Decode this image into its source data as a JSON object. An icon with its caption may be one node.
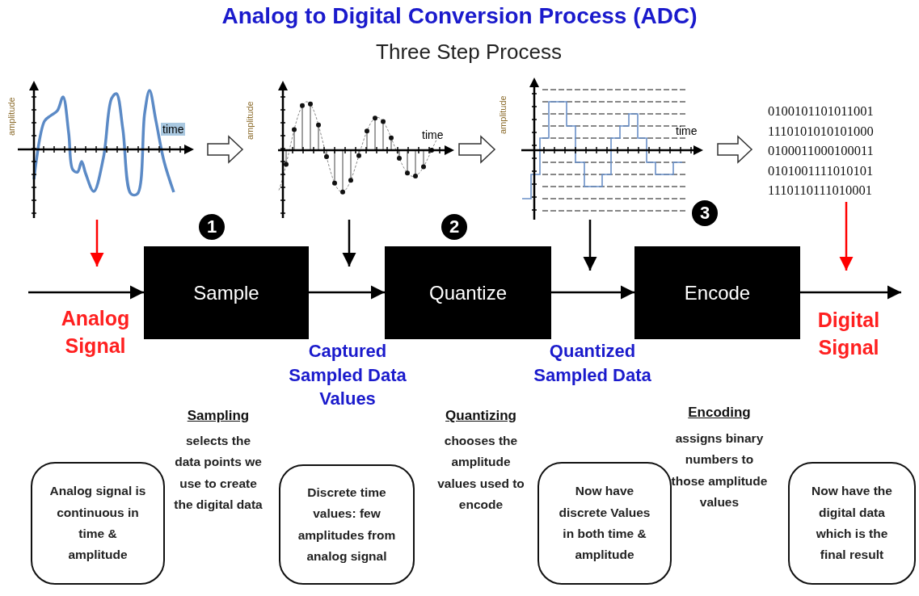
{
  "diagram": {
    "title": "Analog to Digital Conversion Process (ADC)",
    "nodes": [
      {
        "text": [
          "amplitude",
          "time"
        ]
      },
      {
        "text": [
          "amplitude",
          "time"
        ]
      },
      {
        "text": [
          "amplitude",
          "time"
        ]
      },
      {
        "text": [
          "0100101101011001",
          "1110101010101000",
          "0100011000100011",
          "0101001111010101",
          "1110110111010001"
        ]
      },
      {
        "text": [
          "Sample"
        ]
      },
      {
        "text": [
          "Quantize"
        ]
      },
      {
        "text": [
          "Encode"
        ]
      },
      {
        "text": [
          "Analog signal is continuous in time & amplitude"
        ]
      },
      {
        "text": [
          "Discrete time values: few amplitudes from analog signal"
        ]
      },
      {
        "text": [
          "Now have discrete Values in both time & amplitude"
        ]
      },
      {
        "text": [
          "Now have the digital data which is the final result"
        ]
      }
    ],
    "edges": [
      {
        "from": 0,
        "to": 1,
        "arrow": "to",
        "style": "thick"
      },
      {
        "from": 1,
        "to": 2,
        "arrow": "to",
        "style": "thick"
      },
      {
        "from": 2,
        "to": 3,
        "arrow": "to",
        "style": "thick"
      },
      {
        "from": 0,
        "to": null,
        "arrow": "to",
        "color": "#ff0000"
      },
      {
        "from": 1,
        "to": null,
        "arrow": "to"
      },
      {
        "from": 2,
        "to": null,
        "arrow": "to"
      },
      {
        "from": 3,
        "to": null,
        "arrow": "to",
        "color": "#ff0000"
      },
      {
        "from": null,
        "to": 4,
        "arrow": "to"
      },
      {
        "from": 4,
        "to": 5,
        "arrow": "to"
      },
      {
        "from": 5,
        "to": 6,
        "arrow": "to"
      },
      {
        "from": 6,
        "to": null,
        "arrow": "to"
      }
    ],
    "labels": [
      "Three Step Process",
      "1",
      "2",
      "3",
      "Analog Signal",
      "Captured Sampled Data Values",
      "Quantized Sampled Data",
      "Digital Signal",
      "Sampling",
      "selects the data points we use to create the digital data",
      "Quantizing",
      "chooses the amplitude values used to encode",
      "Encoding",
      "assigns binary numbers to those amplitude values"
    ]
  }
}
